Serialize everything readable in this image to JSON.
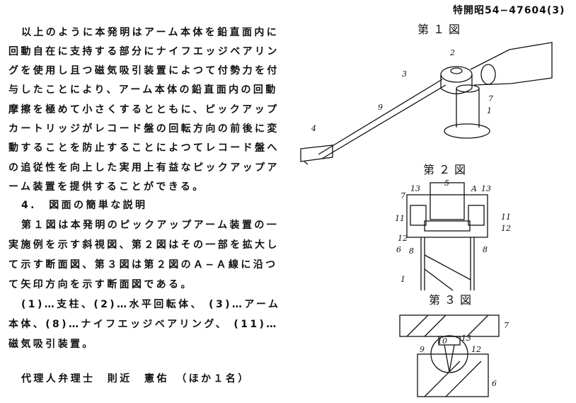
{
  "header": {
    "publication_number": "特開昭54−47604(3)"
  },
  "body_text": {
    "lines": [
      "以上のように本発明はアーム本体を鉛直面内に",
      "回動自在に支持する部分にナイフエッジベアリン",
      "グを使用し且つ磁気吸引装置によつて付勢力を付",
      "与したことにより、アーム本体の鉛直面内の回動",
      "摩擦を極めて小さくするとともに、ピックアップ",
      "カートリッジがレコード盤の回転方向の前後に変",
      "動することを防止することによつてレコード盤へ",
      "の追従性を向上した実用上有益なピックアップア",
      "ーム装置を提供することができる。"
    ],
    "section_heading": "4.　図面の簡単な説明",
    "section_lines": [
      "第１図は本発明のピックアップアーム装置の一",
      "実施例を示す斜視図、第２図はその一部を拡大し",
      "て示す断面図、第３図は第２図のＡ−Ａ線に沿つ",
      "て矢印方向を示す断面図である。",
      "(1)…支柱、(2)…水平回転体、 (3)…アーム",
      "本体、(8)…ナイフエッジベアリング、 (11)…",
      "磁気吸引装置。"
    ],
    "signature": "代理人弁理士　則近　憲佑　（ほか１名）"
  },
  "figures": {
    "fig1": {
      "title": "第１図",
      "labels": [
        "2",
        "3",
        "9",
        "7",
        "1",
        "4"
      ]
    },
    "fig2": {
      "title": "第２図",
      "labels": [
        "5",
        "A",
        "13",
        "7",
        "13",
        "11",
        "11",
        "12",
        "12",
        "6",
        "8",
        "8",
        "1"
      ]
    },
    "fig3": {
      "title": "第３図",
      "labels": [
        "7",
        "13",
        "10",
        "9",
        "12",
        "6"
      ]
    }
  }
}
